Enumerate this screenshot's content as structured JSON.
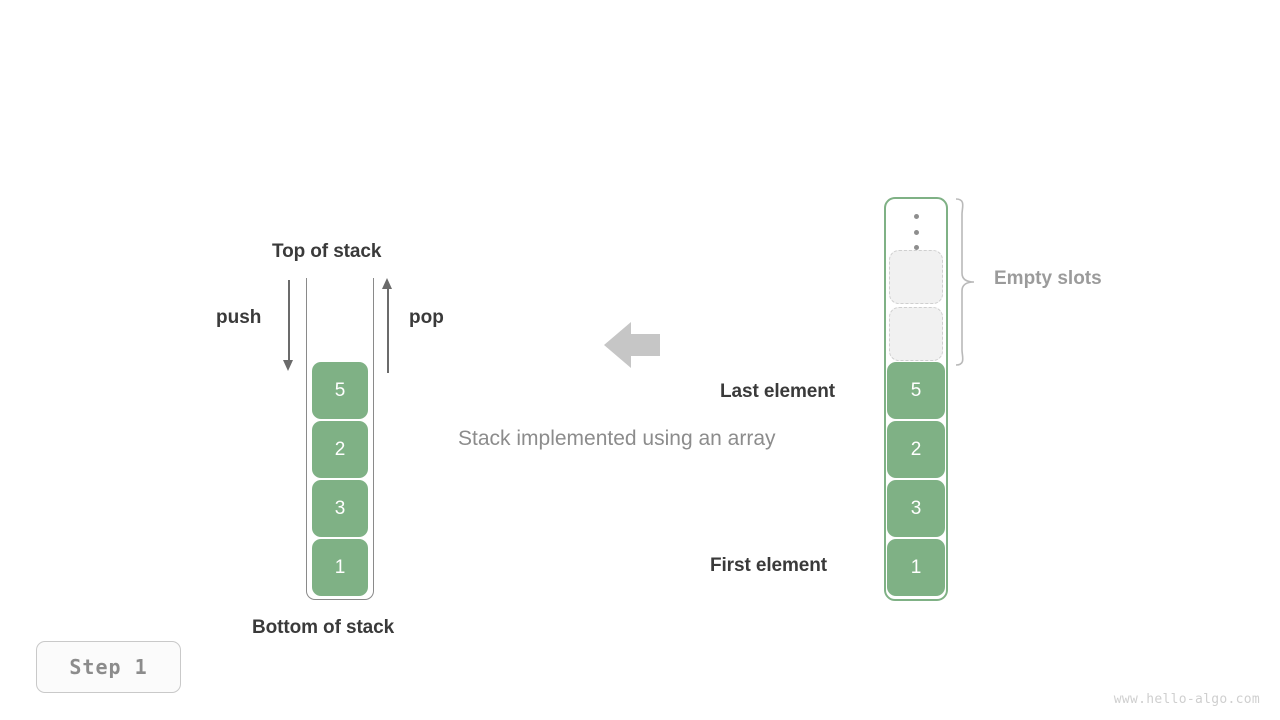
{
  "diagram": {
    "caption": "Stack implemented using an array",
    "step_badge": "Step  1",
    "watermark": "www.hello-algo.com",
    "accent_green": "#7fb185",
    "muted_gray": "#8c8c8c",
    "dark_text": "#3a3a3a"
  },
  "stack": {
    "top_label": "Top of stack",
    "bottom_label": "Bottom of stack",
    "push_label": "push",
    "pop_label": "pop",
    "cells": [
      "5",
      "2",
      "3",
      "1"
    ]
  },
  "array": {
    "ellipsis_icon": "vertical-ellipsis-icon",
    "empty_slots_label": "Empty slots",
    "empty_slots_count": 2,
    "last_element_label": "Last element",
    "first_element_label": "First element",
    "cells": [
      "5",
      "2",
      "3",
      "1"
    ]
  },
  "center": {
    "arrow_icon": "arrow-left-icon"
  }
}
